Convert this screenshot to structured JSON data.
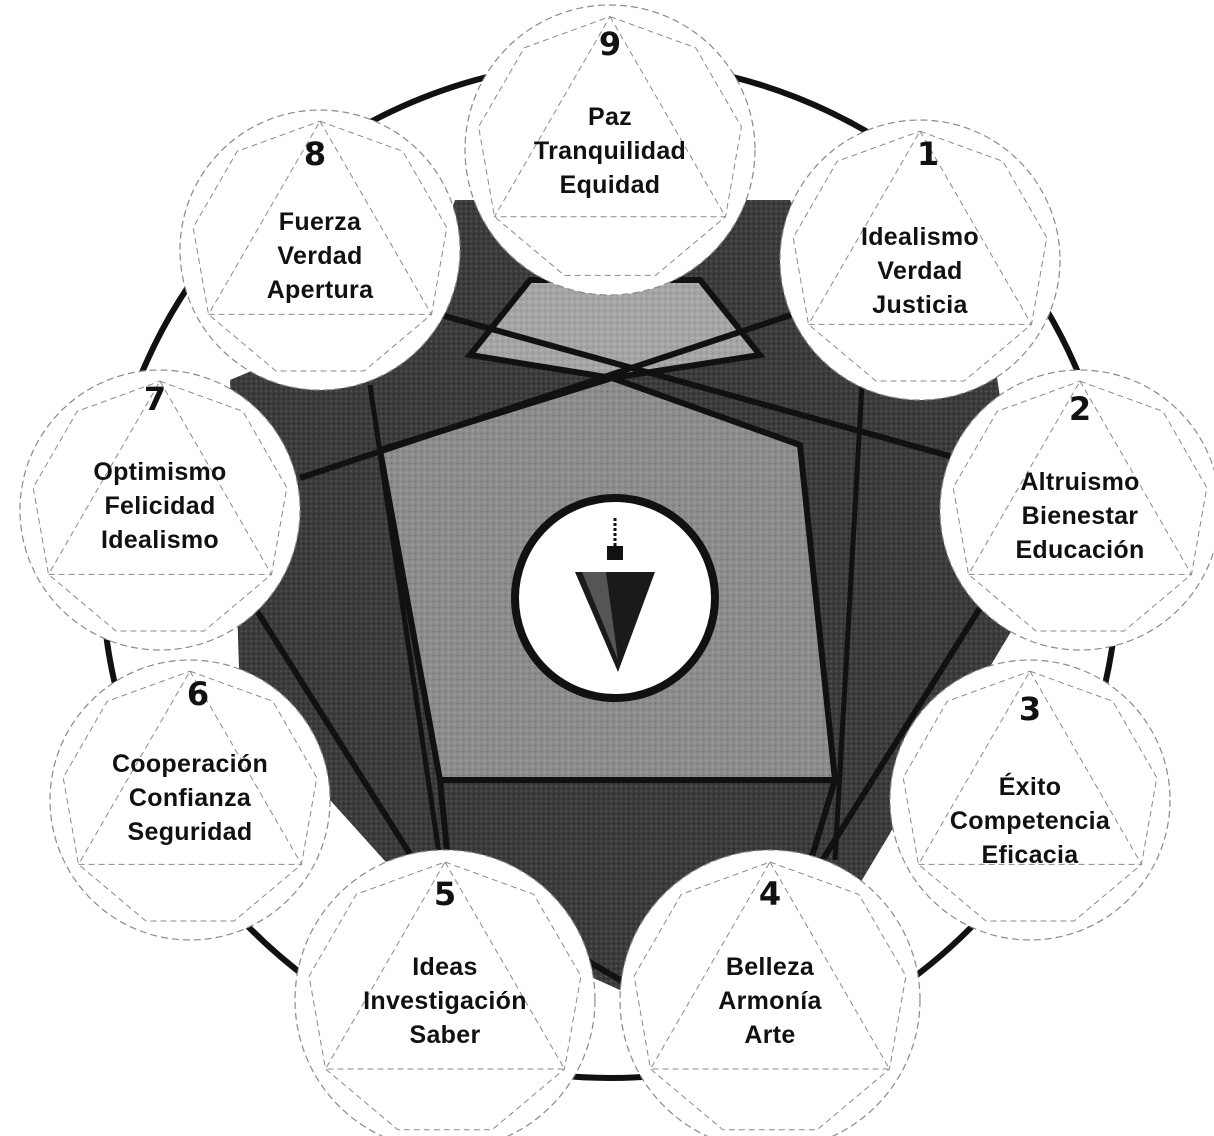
{
  "nodes": [
    {
      "number": "1",
      "lines": [
        "Idealismo",
        "Verdad",
        "Justicia"
      ]
    },
    {
      "number": "2",
      "lines": [
        "Altruismo",
        "Bienestar",
        "Educación"
      ]
    },
    {
      "number": "3",
      "lines": [
        "Éxito",
        "Competencia",
        "Eficacia"
      ]
    },
    {
      "number": "4",
      "lines": [
        "Belleza",
        "Armonía",
        "Arte"
      ]
    },
    {
      "number": "5",
      "lines": [
        "Ideas",
        "Investigación",
        "Saber"
      ]
    },
    {
      "number": "6",
      "lines": [
        "Cooperación",
        "Confianza",
        "Seguridad"
      ]
    },
    {
      "number": "7",
      "lines": [
        "Optimismo",
        "Felicidad",
        "Idealismo"
      ]
    },
    {
      "number": "8",
      "lines": [
        "Fuerza",
        "Verdad",
        "Apertura"
      ]
    },
    {
      "number": "9",
      "lines": [
        "Paz",
        "Tranquilidad",
        "Equidad"
      ]
    }
  ],
  "center_icon": "pendulum-icon",
  "colors": {
    "ink": "#111111",
    "dark_fill": "#3a3a3a",
    "mid_fill": "#7a7a7a",
    "light_fill": "#9c9c9c",
    "background": "#ffffff"
  }
}
